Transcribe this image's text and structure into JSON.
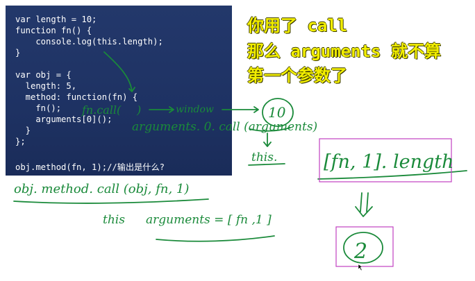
{
  "code": {
    "lines": [
      "var length = 10;",
      "function fn() {",
      "    console.log(this.length);",
      "}",
      "",
      "var obj = {",
      "  length: 5,",
      "  method: function(fn) {",
      "    fn();",
      "    arguments[0]();",
      "  }",
      "};",
      "",
      "obj.method(fn, 1);//输出是什么?"
    ]
  },
  "headline": {
    "line1": "你用了 call",
    "line2": "那么 arguments 就不算",
    "line3": "第一个参数了"
  },
  "annotations": {
    "fn_call": "fn.call(",
    "paren_close": ")",
    "window_label": "window",
    "ten": "10",
    "arguments_call": "arguments. 0. call (arguments)",
    "this_label": "this.",
    "array_length": "[fn, 1]. length",
    "double_arrow": "||",
    "two": "2",
    "method_call": "obj. method. call (obj,  fn, 1)",
    "this_under": "this",
    "arguments_eq": "arguments = [ fn ,1 ]"
  },
  "colors": {
    "panel": "#1e3263",
    "headline": "#f2ee00",
    "ink": "#1a8a3a",
    "highlight_box": "#c040c0"
  }
}
